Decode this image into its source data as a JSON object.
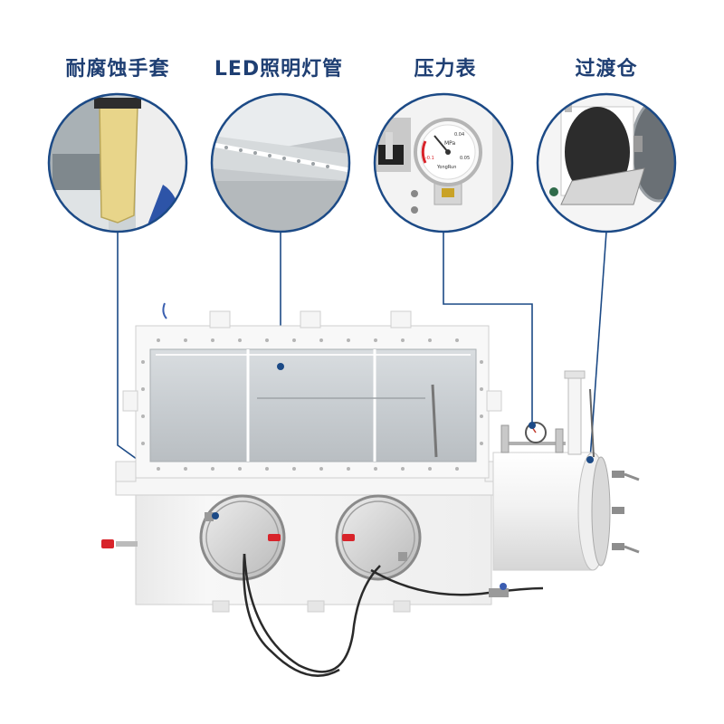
{
  "features": [
    {
      "id": "gloves",
      "label": "耐腐蚀手套"
    },
    {
      "id": "led",
      "label": "LED照明灯管"
    },
    {
      "id": "gauge",
      "label": "压力表"
    },
    {
      "id": "chamber",
      "label": "过渡仓"
    }
  ],
  "gauge_text": {
    "unit": "MPa",
    "brand": "YongRun",
    "tick_min": "-0.1",
    "tick_max": "0.05",
    "tick_mid": "0.04"
  },
  "colors": {
    "callout_line": "#1c4a86",
    "callout_ring": "#1c4a86",
    "label_text": "#1f3f73",
    "cabinet_white": "#f1f1f1",
    "cabinet_shadow": "#d8d8d8",
    "valve_red": "#d8232a",
    "glove_yellow": "#e8d58a"
  }
}
